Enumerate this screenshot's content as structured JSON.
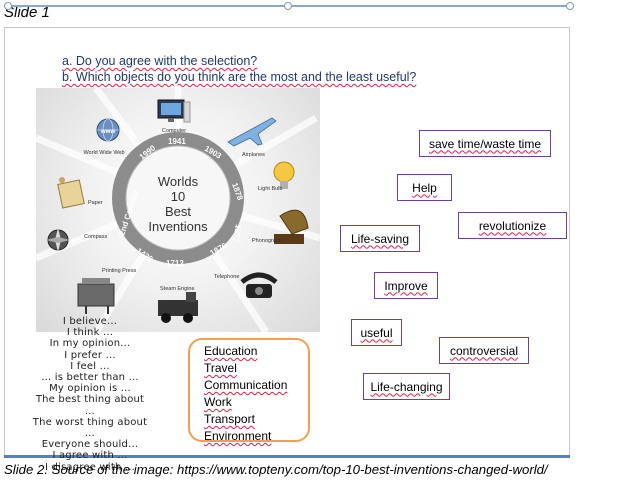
{
  "slide_label": "Slide 1",
  "questions": {
    "a": "a. Do you agree with the selection?",
    "b": "b. Which objects do you think are the most and the least useful?"
  },
  "infographic": {
    "title_lines": [
      "Worlds",
      "10",
      "Best",
      "Inventions"
    ],
    "years": [
      "1990",
      "1941",
      "1903",
      "1878",
      "1877",
      "1876",
      "1712",
      "1439",
      "2nd Century"
    ],
    "items": {
      "world_wide_web": "World Wide Web",
      "computer": "Computer",
      "airplanes": "Airplanes",
      "light_bulb": "Light Bulb",
      "paper": "Paper",
      "phonograph": "Phonograph",
      "compass": "Compass",
      "telephone": "Telephone",
      "printing_press": "Printing Press",
      "steam_engine": "Steam Engine"
    },
    "web_badge": "www"
  },
  "phrases": [
    "I believe...",
    "I think ...",
    "In my opinion...",
    "I prefer ...",
    "I feel ...",
    "... is better than ...",
    "My opinion is ...",
    "The best thing about ...",
    "The worst thing about ...",
    "Everyone should...",
    "I agree with ...",
    "I disagree with ..."
  ],
  "topics": [
    "Education",
    "Travel",
    "Communication",
    "Work",
    "Transport",
    "Environment"
  ],
  "word_boxes": {
    "save_time": "save time/waste time",
    "help": "Help",
    "revolutionize": "revolutionize",
    "life_saving": "Life-saving",
    "improve": "Improve",
    "useful": "useful",
    "controversial": "controversial",
    "life_changing": "Life-changing"
  },
  "caption": "Slide 2. Source of the image: https://www.topteny.com/top-10-best-inventions-changed-world/",
  "colors": {
    "question_text": "#1f3a6e",
    "box_border": "#6b3fa0",
    "topics_border": "#f0a050",
    "ring": "#8c8c8c",
    "slide_bar": "#5b7fb6"
  }
}
